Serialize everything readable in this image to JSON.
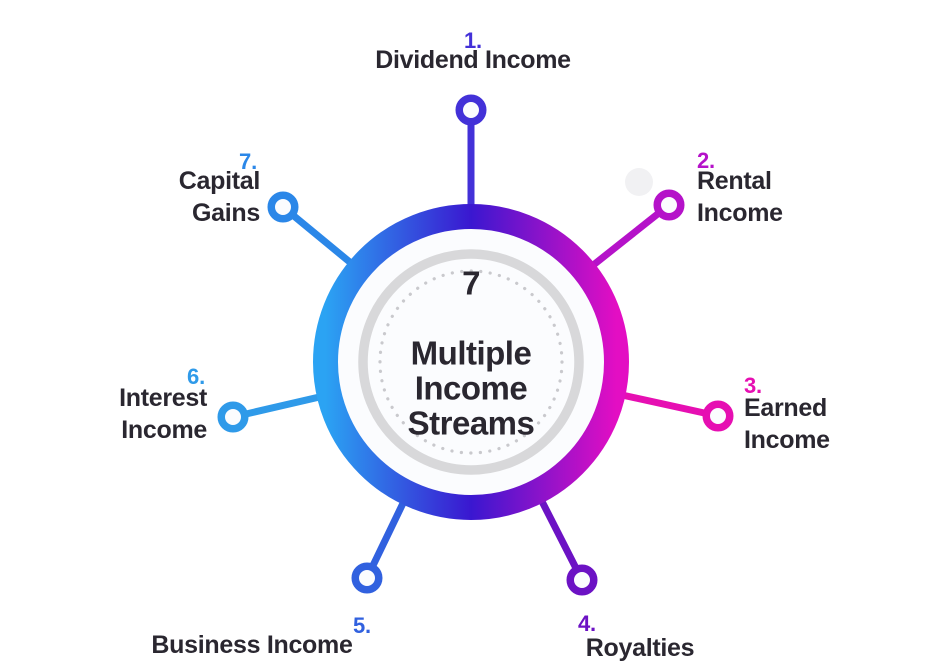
{
  "center": {
    "number": "7",
    "lines": "Multiple\nIncome\nStreams"
  },
  "colors": {
    "background": "#FFFFFF",
    "ring_gradient": {
      "start": "#2BA3F3",
      "mid": "#3A17D0",
      "end": "#E30EC3"
    },
    "inner_fill": "#FBFCFE",
    "gray_ring": "#D8D8DA",
    "dots": "#C9C9CD",
    "soft_spot": "#F1F1F3",
    "label_text": "#2A2730"
  },
  "streams": [
    {
      "number": "1.",
      "name": "Dividend Income",
      "color": "#4331D8"
    },
    {
      "number": "2.",
      "name": "Rental\nIncome",
      "color": "#B512C9"
    },
    {
      "number": "3.",
      "name": "Earned\nIncome",
      "color": "#E60FB2"
    },
    {
      "number": "4.",
      "name": "Royalties",
      "color": "#6C12C4"
    },
    {
      "number": "5.",
      "name": "Business Income",
      "color": "#3161DF"
    },
    {
      "number": "6.",
      "name": "Interest\nIncome",
      "color": "#2F9AE9"
    },
    {
      "number": "7.",
      "name": "Capital\nGains",
      "color": "#2B87E8"
    }
  ]
}
